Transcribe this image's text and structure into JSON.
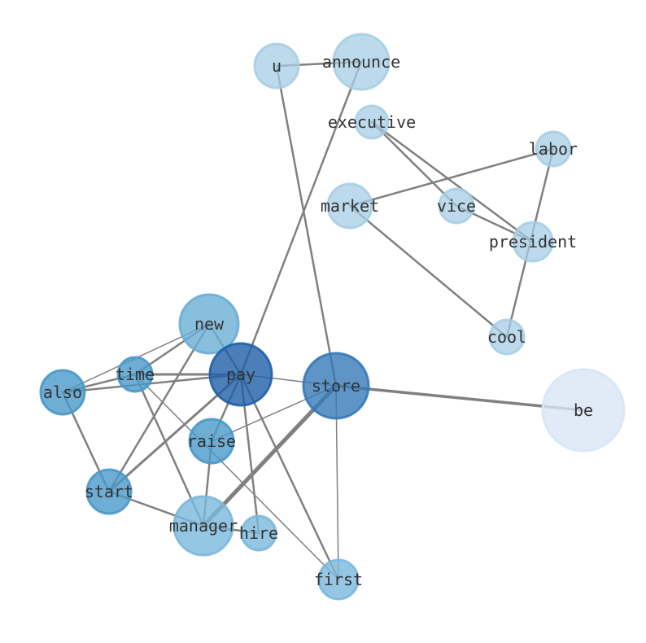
{
  "nodes": [
    {
      "id": "u",
      "label": "u",
      "color": "#a6cde4",
      "opacity": 0.75
    },
    {
      "id": "announce",
      "label": "announce",
      "color": "#a6cde4",
      "opacity": 0.75
    },
    {
      "id": "executive",
      "label": "executive",
      "color": "#a6cde4",
      "opacity": 0.75
    },
    {
      "id": "labor",
      "label": "labor",
      "color": "#a6cde4",
      "opacity": 0.75
    },
    {
      "id": "market",
      "label": "market",
      "color": "#a6cde4",
      "opacity": 0.75
    },
    {
      "id": "vice",
      "label": "vice",
      "color": "#a6cde4",
      "opacity": 0.75
    },
    {
      "id": "president",
      "label": "president",
      "color": "#a6cde4",
      "opacity": 0.75
    },
    {
      "id": "cool",
      "label": "cool",
      "color": "#a6cde4",
      "opacity": 0.75
    },
    {
      "id": "new",
      "label": "new",
      "color": "#6aaed6",
      "opacity": 0.8
    },
    {
      "id": "time",
      "label": "time",
      "color": "#4a98c9",
      "opacity": 0.8
    },
    {
      "id": "also",
      "label": "also",
      "color": "#4a98c9",
      "opacity": 0.8
    },
    {
      "id": "pay",
      "label": "pay",
      "color": "#1f5fa8",
      "opacity": 0.8
    },
    {
      "id": "store",
      "label": "store",
      "color": "#3679b8",
      "opacity": 0.8
    },
    {
      "id": "be",
      "label": "be",
      "color": "#d8e6f5",
      "opacity": 0.8
    },
    {
      "id": "raise",
      "label": "raise",
      "color": "#4a98c9",
      "opacity": 0.8
    },
    {
      "id": "start",
      "label": "start",
      "color": "#4a98c9",
      "opacity": 0.8
    },
    {
      "id": "manager",
      "label": "manager",
      "color": "#7bb8dc",
      "opacity": 0.8
    },
    {
      "id": "hire",
      "label": "hire",
      "color": "#7bb8dc",
      "opacity": 0.8
    },
    {
      "id": "first",
      "label": "first",
      "color": "#7bb8dc",
      "opacity": 0.8
    }
  ],
  "edges": [
    {
      "source": "u",
      "target": "announce",
      "weight": 2.5
    },
    {
      "source": "u",
      "target": "store",
      "weight": 2.5
    },
    {
      "source": "announce",
      "target": "pay",
      "weight": 2.5
    },
    {
      "source": "executive",
      "target": "vice",
      "weight": 2.5
    },
    {
      "source": "executive",
      "target": "president",
      "weight": 2.5
    },
    {
      "source": "labor",
      "target": "market",
      "weight": 2.5
    },
    {
      "source": "labor",
      "target": "cool",
      "weight": 2.5
    },
    {
      "source": "vice",
      "target": "president",
      "weight": 2.5
    },
    {
      "source": "market",
      "target": "cool",
      "weight": 2.5
    },
    {
      "source": "new",
      "target": "time",
      "weight": 2.5
    },
    {
      "source": "new",
      "target": "also",
      "weight": 1.5
    },
    {
      "source": "new",
      "target": "start",
      "weight": 2.5
    },
    {
      "source": "new",
      "target": "pay",
      "weight": 2.5
    },
    {
      "source": "time",
      "target": "pay",
      "weight": 3.0
    },
    {
      "source": "time",
      "target": "also",
      "weight": 2.5
    },
    {
      "source": "time",
      "target": "manager",
      "weight": 2.5
    },
    {
      "source": "time",
      "target": "first",
      "weight": 1.5
    },
    {
      "source": "also",
      "target": "pay",
      "weight": 2.5
    },
    {
      "source": "also",
      "target": "start",
      "weight": 2.5
    },
    {
      "source": "pay",
      "target": "store",
      "weight": 1.5
    },
    {
      "source": "pay",
      "target": "start",
      "weight": 3.0
    },
    {
      "source": "pay",
      "target": "raise",
      "weight": 2.5
    },
    {
      "source": "pay",
      "target": "hire",
      "weight": 2.5
    },
    {
      "source": "pay",
      "target": "first",
      "weight": 2.5
    },
    {
      "source": "store",
      "target": "be",
      "weight": 3.5
    },
    {
      "source": "store",
      "target": "manager",
      "weight": 5.0
    },
    {
      "source": "store",
      "target": "raise",
      "weight": 1.5
    },
    {
      "source": "store",
      "target": "first",
      "weight": 1.5
    },
    {
      "source": "raise",
      "target": "manager",
      "weight": 2.5
    },
    {
      "source": "start",
      "target": "manager",
      "weight": 2.5
    },
    {
      "source": "hire",
      "target": "manager",
      "weight": 2.5
    }
  ]
}
